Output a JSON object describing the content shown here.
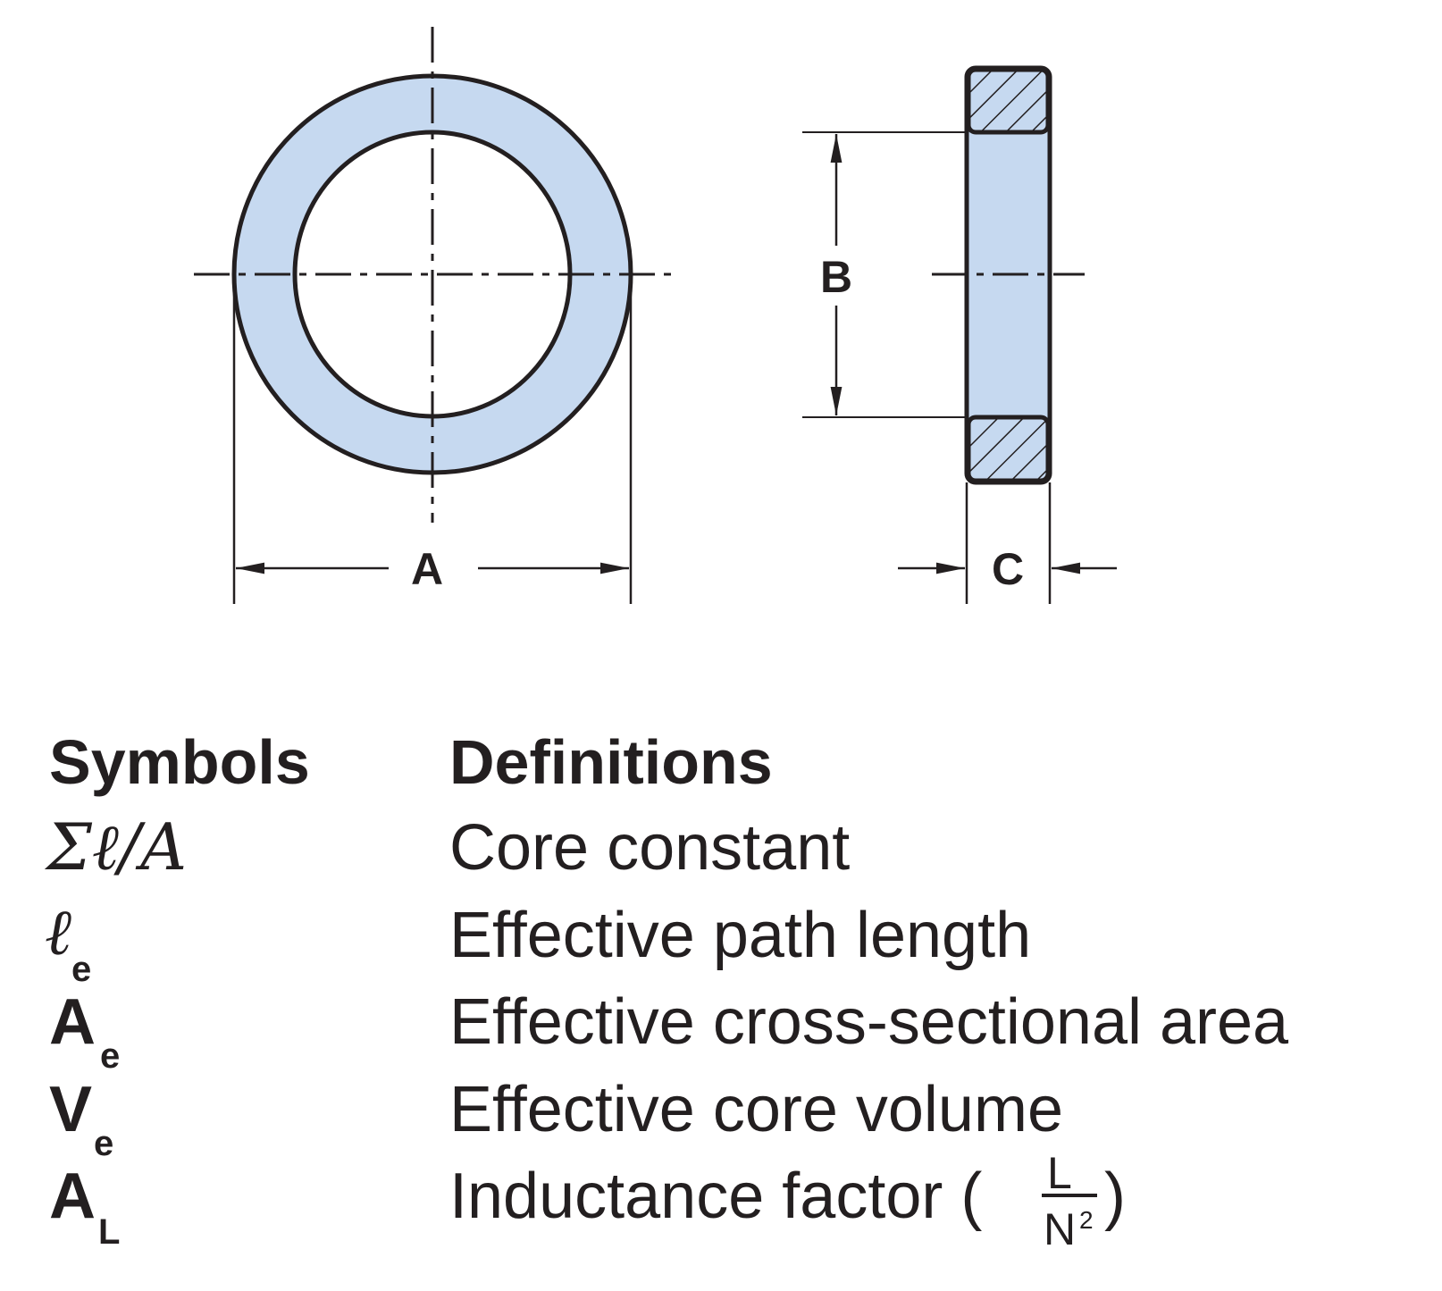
{
  "colors": {
    "core_fill": "#c6d9f0",
    "stroke": "#231f20"
  },
  "dimensions": {
    "a": "A",
    "b": "B",
    "c": "C"
  },
  "table": {
    "header_symbols": "Symbols",
    "header_definitions": "Definitions",
    "rows": [
      {
        "symbol": "Σℓ/A",
        "definition": "Core constant"
      },
      {
        "symbol": "ℓ",
        "sub": "e",
        "definition": "Effective path length"
      },
      {
        "symbol": "A",
        "sub": "e",
        "definition": "Effective cross-sectional area"
      },
      {
        "symbol": "V",
        "sub": "e",
        "definition": "Effective core volume"
      },
      {
        "symbol": "A",
        "sub": "L",
        "definition": "Inductance factor ("
      },
      {
        "close": ")",
        "frac_num": "L",
        "frac_den": "N",
        "frac_exp": "2"
      }
    ]
  }
}
